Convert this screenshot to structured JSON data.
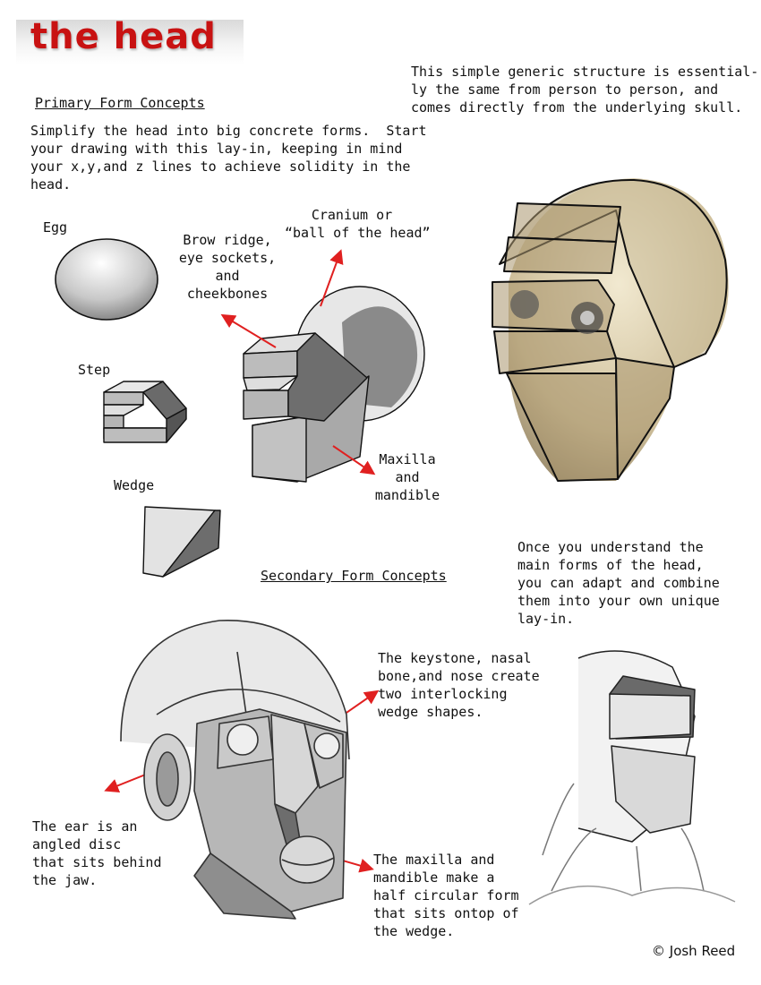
{
  "title": "the head",
  "intro_right": "This simple generic structure is essential-\nly the same from person to person, and\ncomes directly from the underlying skull.",
  "primary": {
    "heading": "Primary Form Concepts",
    "text": "Simplify the head into big concrete forms.  Start\nyour drawing with this lay-in, keeping in mind\nyour x,y,and z lines to achieve solidity in the\nhead.",
    "shapes": {
      "egg": "Egg",
      "step": "Step",
      "wedge": "Wedge"
    },
    "labels": {
      "cranium": "Cranium or\n“ball of the head”",
      "brow": "Brow ridge,\neye sockets,\nand\ncheekbones",
      "maxilla": "Maxilla\nand\nmandible"
    }
  },
  "secondary": {
    "heading": "Secondary Form Concepts",
    "once_text": "Once you understand the\nmain forms of the head,\nyou can adapt and combine\nthem into your own unique\nlay-in.",
    "keystone": "The keystone, nasal\nbone,and nose create\ntwo interlocking\nwedge shapes.",
    "ear": "The ear is an\nangled disc\nthat sits behind\nthe jaw.",
    "maxilla_text": "The maxilla and\nmandible make a\nhalf circular form\nthat sits ontop of\nthe wedge."
  },
  "copyright": "© Josh Reed",
  "colors": {
    "title_red": "#c81212",
    "arrow_red": "#e02020"
  }
}
